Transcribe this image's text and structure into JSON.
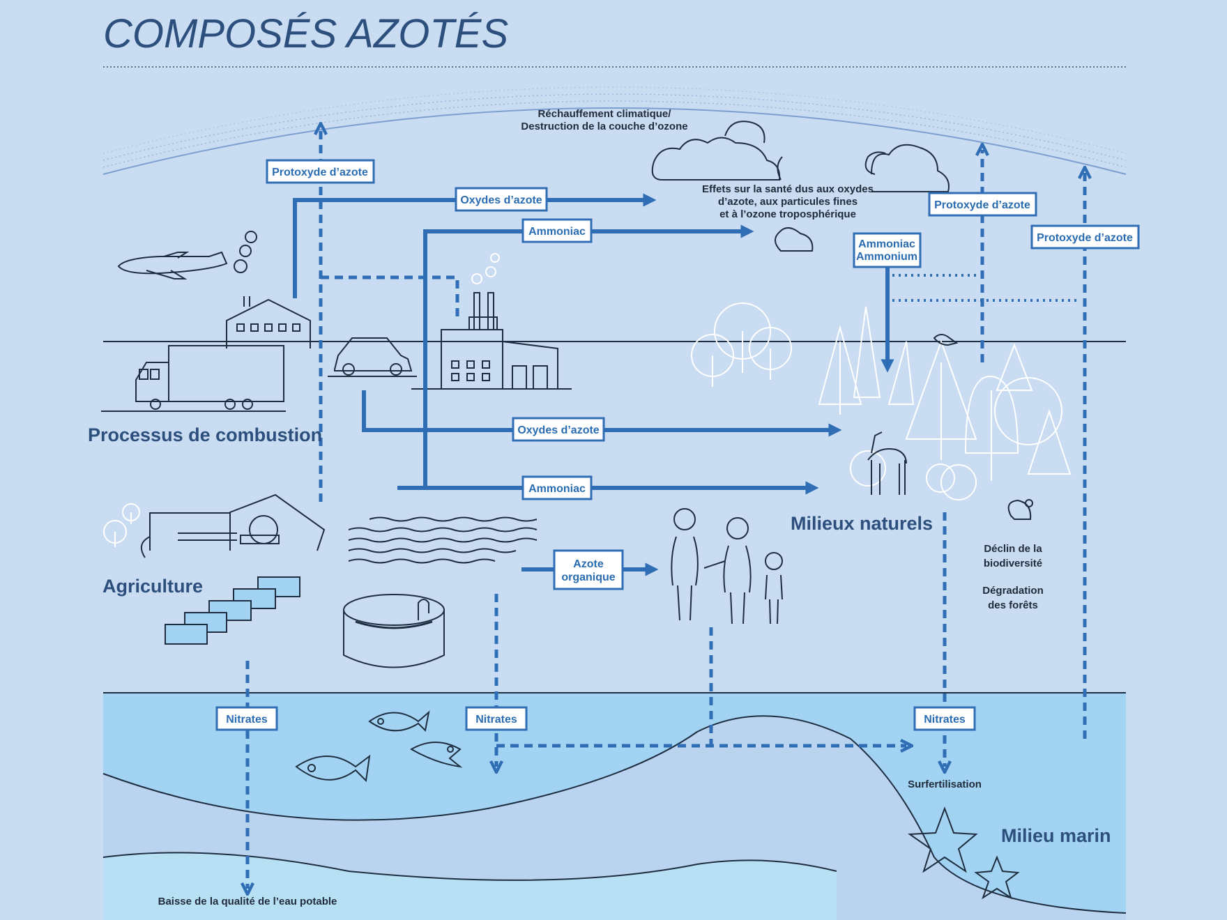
{
  "title": "COMPOSÉS AZOTÉS",
  "categories": {
    "combustion": "Processus de combustion",
    "agriculture": "Agriculture",
    "natural": "Milieux naturels",
    "marine": "Milieu marin"
  },
  "labels": {
    "protoxyde_1": "Protoxyde d’azote",
    "oxydes_top": "Oxydes d’azote",
    "ammoniac_top": "Ammoniac",
    "oxydes_mid": "Oxydes d’azote",
    "ammoniac_mid": "Ammoniac",
    "ammoniac_ammonium_1": "Ammoniac",
    "ammoniac_ammonium_2": "Ammonium",
    "protoxyde_2": "Protoxyde d’azote",
    "protoxyde_3": "Protoxyde d’azote",
    "azote_organique_1": "Azote",
    "azote_organique_2": "organique",
    "nitrates_1": "Nitrates",
    "nitrates_2": "Nitrates",
    "nitrates_3": "Nitrates"
  },
  "texts": {
    "climate_1": "Réchauffement climatique/",
    "climate_2": "Destruction de la couche d’ozone",
    "health_1": "Effets sur la santé dus aux oxydes",
    "health_2": "d’azote, aux particules fines",
    "health_3": "et à l’ozone troposphérique",
    "biodiv_1": "Déclin de la",
    "biodiv_2": "biodiversité",
    "forest_1": "Dégradation",
    "forest_2": "des forêts",
    "surfert": "Surfertilisation",
    "water": "Baisse de la qualité de l’eau potable"
  },
  "colors": {
    "background": "#c9dcf1",
    "arrow": "#2f6db5",
    "water_top": "#a3d3f2",
    "water_bottom": "#b7e0f5",
    "title": "#2c4f7d"
  }
}
